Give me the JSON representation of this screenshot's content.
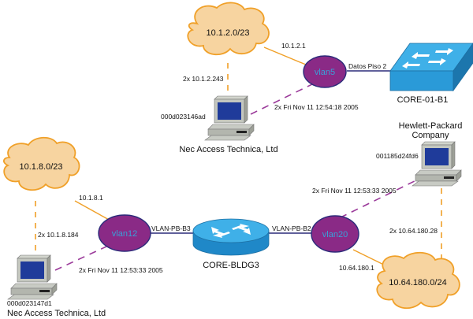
{
  "colors": {
    "cloud_fill": "#f7d4a0",
    "cloud_stroke": "#f0a028",
    "vlan_fill": "#8a2a86",
    "vlan_stroke": "#2b2b7a",
    "vlan_text": "#3aa0d8",
    "trunk_line": "#2b2b7a",
    "subnet_line": "#f0a028",
    "host_link": "#9b3a9a",
    "device_blue": "#2a9ad8",
    "screen": "#1f3b9a"
  },
  "clouds": {
    "top": "10.1.2.0/23",
    "left": "10.1.8.0/23",
    "right": "10.64.180.0/24"
  },
  "vlans": {
    "vlan5": "vlan5",
    "vlan12": "vlan12",
    "vlan20": "vlan20"
  },
  "devices": {
    "switch": "CORE-01-B1",
    "router": "CORE-BLDG3"
  },
  "links": {
    "top_gw": "10.1.2.1",
    "left_gw": "10.1.8.1",
    "right_gw": "10.64.180.1",
    "vlan5_switch": "Datos Piso 2",
    "router_vlan12": "VLAN-PB-B3",
    "router_vlan20": "VLAN-PB-B2",
    "top_host_ip": "2x 10.1.2.243",
    "left_host_ip": "2x 10.1.8.184",
    "right_host_ip": "2x 10.64.180.28",
    "top_host_seen": "2x Fri Nov 11 12:54:18 2005",
    "left_host_seen": "2x Fri Nov 11 12:53:33 2005",
    "right_host_seen": "2x Fri Nov 11 12:53:33 2005"
  },
  "hosts": {
    "top": {
      "mac": "000d023146ad",
      "vendor": "Nec Access Technica, Ltd"
    },
    "left": {
      "mac": "000d023147d1",
      "vendor": "Nec Access Technica, Ltd"
    },
    "right": {
      "mac": "001185d24fd6",
      "vendor_line1": "Hewlett-Packard",
      "vendor_line2": "Company"
    }
  }
}
